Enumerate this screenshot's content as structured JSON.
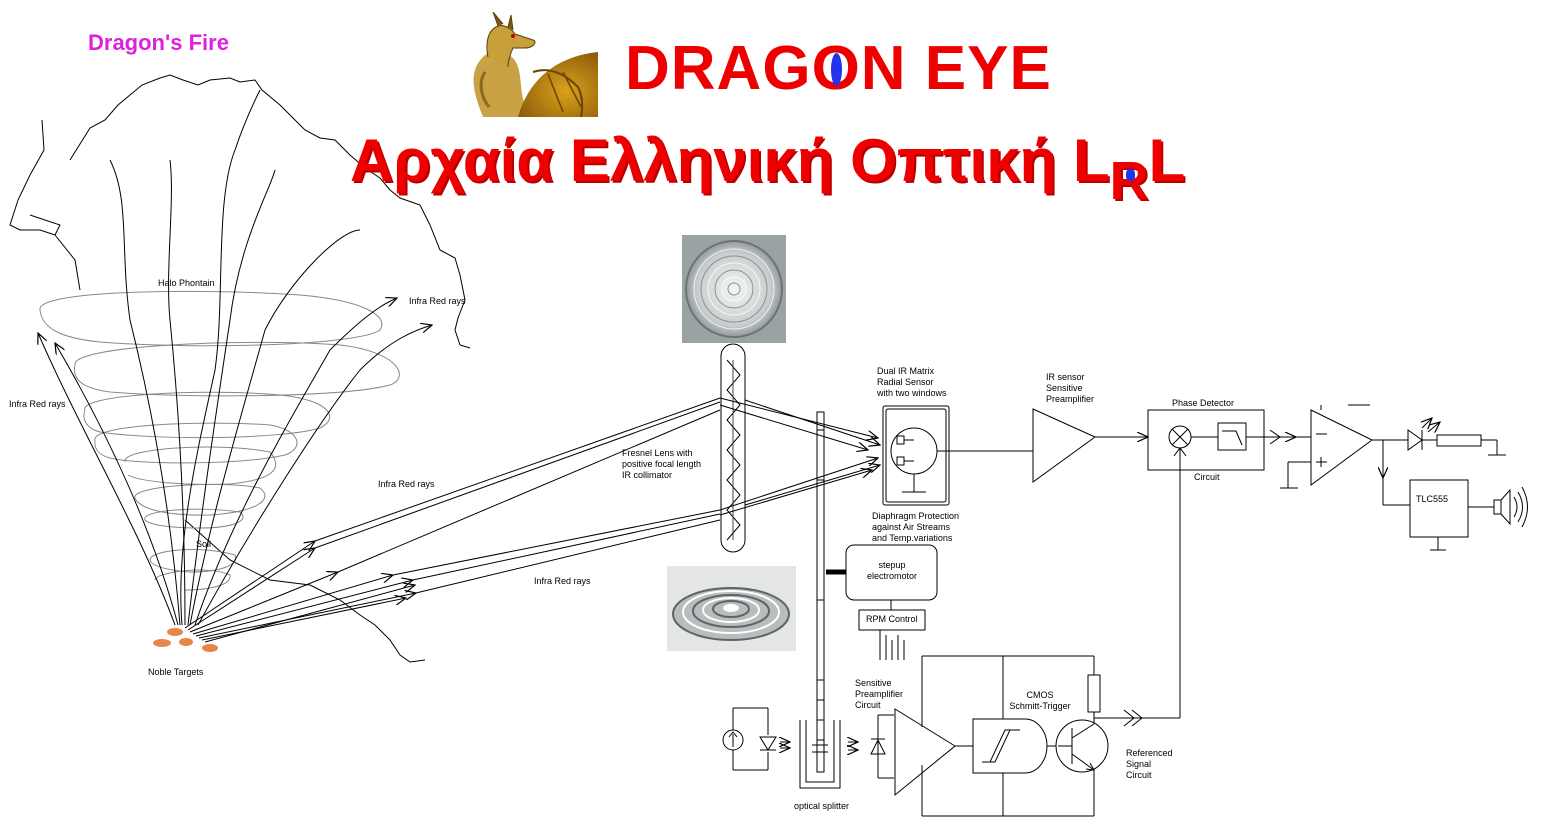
{
  "header": {
    "subtitle_left": "Dragon's Fire",
    "title_part1": "DRAG",
    "title_eye_letter": "O",
    "title_part2": "N EYE",
    "greek_title": "Αρχαία Ελληνική Οπτική L",
    "greek_sub_letter": "R",
    "greek_end_letter": "L"
  },
  "colors": {
    "title_red": "#ee0000",
    "eye_blue": "#2233ee",
    "dragon_fire_magenta": "#dd22dd",
    "target_orange": "#e8864a"
  },
  "labels": {
    "halo": "Halo Phontain",
    "ir_top_right": "Infra Red rays",
    "ir_left": "Infra Red rays",
    "ir_middle": "Infra Red rays",
    "ir_lower": "Infra Red rays",
    "soil": "Soil",
    "noble_targets": "Noble Targets",
    "fresnel": "Fresnel Lens with\npositive focal length\nIR collimator",
    "sensor": "Dual IR Matrix\nRadial Sensor\nwith two windows",
    "diaphragm": "Diaphragm Protection\nagainst Air Streams\nand Temp.variations",
    "stepup": "stepup\nelectromotor",
    "rpm": "RPM Control",
    "preamp_top": "IR sensor\nSensitive\nPreamplifier",
    "phase_detector": "Phase Detector",
    "circuit": "Circuit",
    "tlc555": "TLC555",
    "sens_preamp": "Sensitive\nPreamplifier\nCircuit",
    "cmos": "CMOS\nSchmitt-Trigger",
    "referenced": "Referenced\nSignal\nCircuit",
    "optical_splitter": "optical splitter"
  },
  "images": {
    "dragon": "dragon-picture",
    "fresnel_top": "fresnel-lens-photo",
    "fresnel_bottom": "fresnel-lens-angled-photo"
  }
}
